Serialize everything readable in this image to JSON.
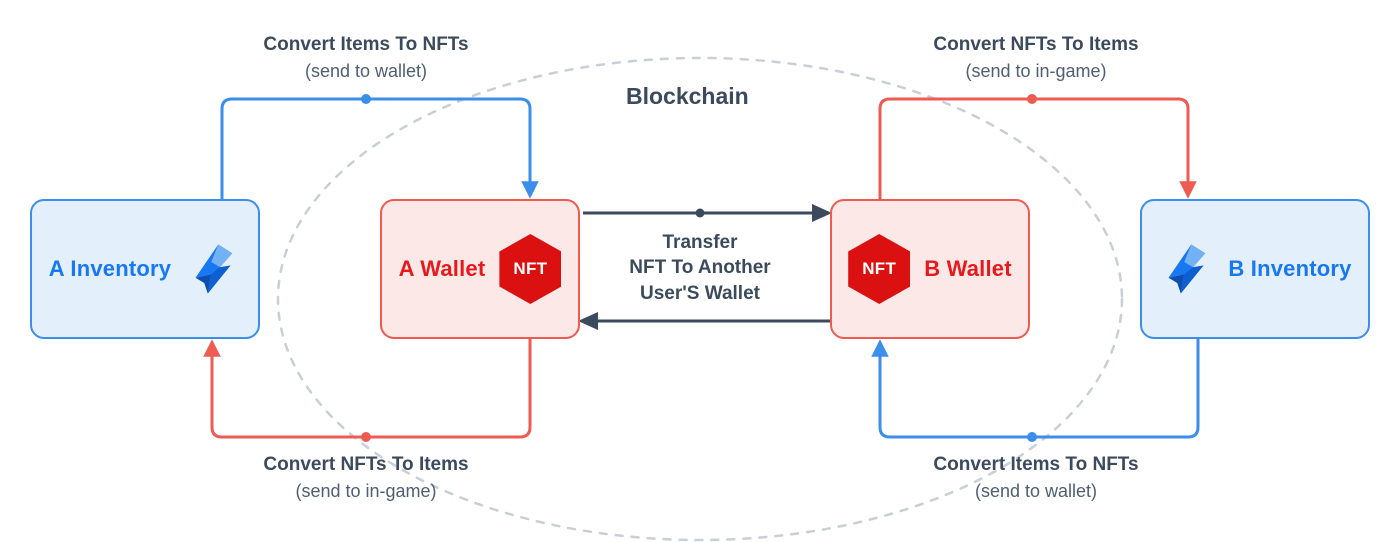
{
  "diagram": {
    "title": "Blockchain",
    "colors": {
      "inventory_fill": "#E4EFFC",
      "inventory_border": "#3B8EEA",
      "inventory_text": "#1877F2",
      "wallet_fill": "#FDE8E8",
      "wallet_border": "#EE5B52",
      "wallet_text": "#E8191C",
      "nft_badge": "#DB1010",
      "blue_connector": "#3B8EEA",
      "red_connector": "#EE5B52",
      "transfer_arrow": "#3C4A5E",
      "caption_bold": "#3C4A5E",
      "caption_regular": "#4E5E73",
      "ellipse_dash": "#C9CFD8"
    },
    "nodes": [
      {
        "id": "a-inventory",
        "label": "A Inventory",
        "type": "inventory",
        "icon": "lightning-bolt-icon"
      },
      {
        "id": "a-wallet",
        "label": "A Wallet",
        "type": "wallet",
        "badge": "NFT",
        "icon": "nft-hexagon-icon"
      },
      {
        "id": "b-wallet",
        "label": "B Wallet",
        "type": "wallet",
        "badge": "NFT",
        "icon": "nft-hexagon-icon"
      },
      {
        "id": "b-inventory",
        "label": "B Inventory",
        "type": "inventory",
        "icon": "lightning-bolt-icon"
      }
    ],
    "captions": [
      {
        "id": "top-left",
        "title": "Convert Items To NFTs",
        "subtitle": "(send to wallet)"
      },
      {
        "id": "top-right",
        "title": "Convert NFTs To Items",
        "subtitle": "(send to in-game)"
      },
      {
        "id": "bottom-left",
        "title": "Convert NFTs To Items",
        "subtitle": "(send to in-game)"
      },
      {
        "id": "bottom-right",
        "title": "Convert Items To NFTs",
        "subtitle": "(send to wallet)"
      }
    ],
    "transfer": {
      "line1": "Transfer",
      "line2": "NFT To Another",
      "line3": "User'S Wallet"
    }
  }
}
